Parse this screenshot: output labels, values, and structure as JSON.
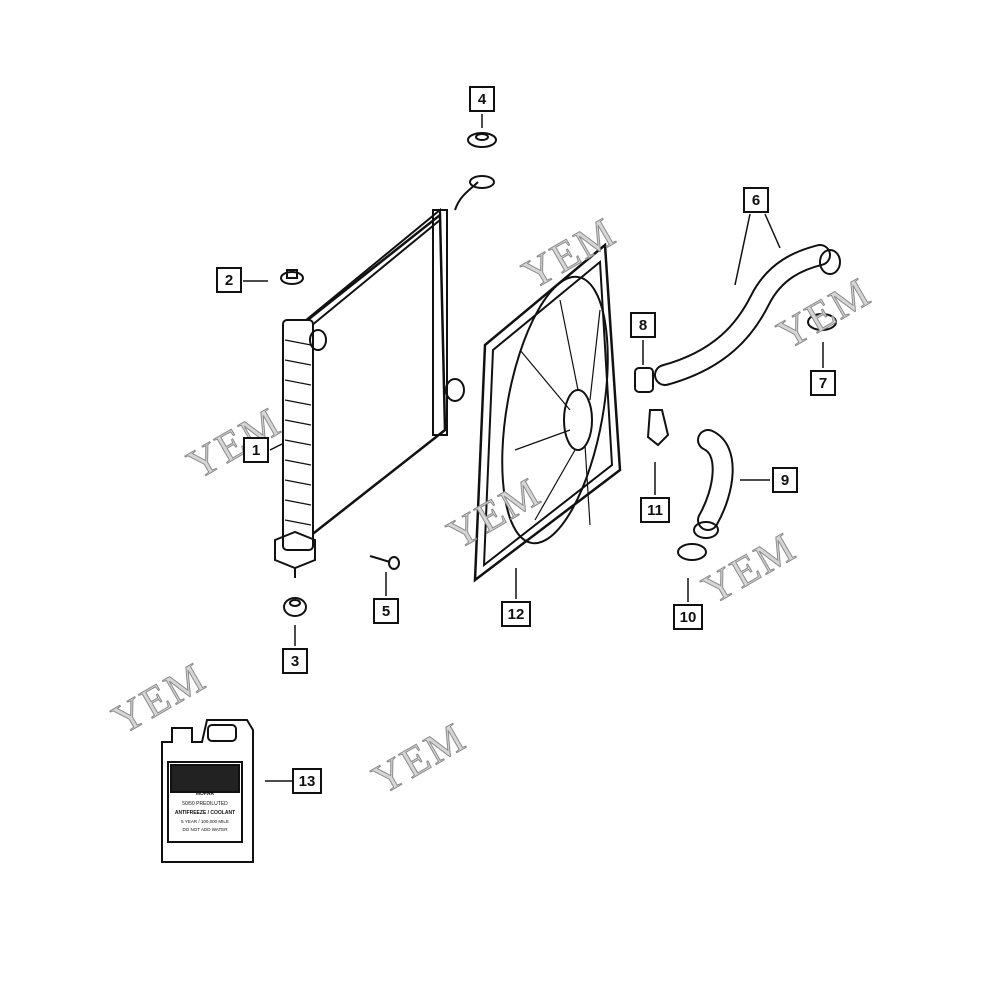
{
  "callouts": [
    "1",
    "2",
    "3",
    "4",
    "5",
    "6",
    "7",
    "8",
    "9",
    "10",
    "11",
    "12",
    "13"
  ],
  "watermark": "YEM",
  "coolant_label": {
    "brand": "MOPAR",
    "line1": "50/50 PREDILUTED",
    "line2": "ANTIFREEZE / COOLANT",
    "line3": "5 YEAR / 100,000 MILE",
    "line4": "DO NOT ADD WATER"
  }
}
